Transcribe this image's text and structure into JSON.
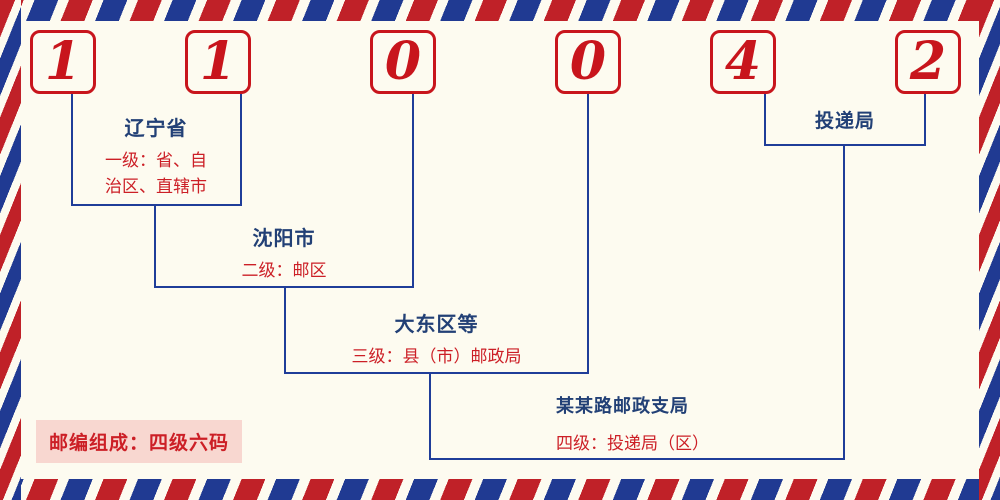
{
  "colors": {
    "digit_red": "#c8151c",
    "line_blue": "#1f3d99",
    "label_navy": "#224076",
    "desc_red": "#cc1f26",
    "stripe_red": "#c02128",
    "stripe_blue": "#203a92",
    "background": "#fdfbf0",
    "footer_bg": "#f8d7d0"
  },
  "digits": [
    "1",
    "1",
    "0",
    "0",
    "4",
    "2"
  ],
  "levels": [
    {
      "name": "辽宁省",
      "desc": "一级：省、自治区、直辖市"
    },
    {
      "name": "沈阳市",
      "desc": "二级：邮区"
    },
    {
      "name": "大东区等",
      "desc": "三级：县（市）邮政局"
    },
    {
      "name": "某某路邮政支局",
      "desc": "四级：投递局（区）"
    },
    {
      "name": "投递局",
      "desc": ""
    }
  ],
  "footer": {
    "label": "邮编组成：四级六码"
  }
}
